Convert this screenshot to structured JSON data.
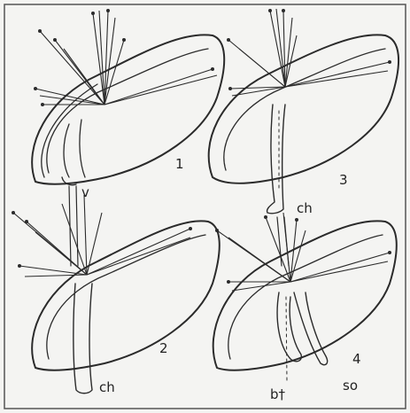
{
  "panels": [
    {
      "id": "1",
      "number": "1",
      "labels": [
        {
          "key": "v",
          "text": "v"
        }
      ]
    },
    {
      "id": "2",
      "number": "2",
      "labels": [
        {
          "key": "ch",
          "text": "ch"
        }
      ]
    },
    {
      "id": "3",
      "number": "3",
      "labels": [
        {
          "key": "ch",
          "text": "ch"
        }
      ]
    },
    {
      "id": "4",
      "number": "4",
      "labels": [
        {
          "key": "so",
          "text": "so"
        },
        {
          "key": "bt",
          "text": "b†"
        }
      ]
    }
  ],
  "colors": {
    "ink": "#2b2b2b",
    "paper": "#f4f4f2"
  }
}
